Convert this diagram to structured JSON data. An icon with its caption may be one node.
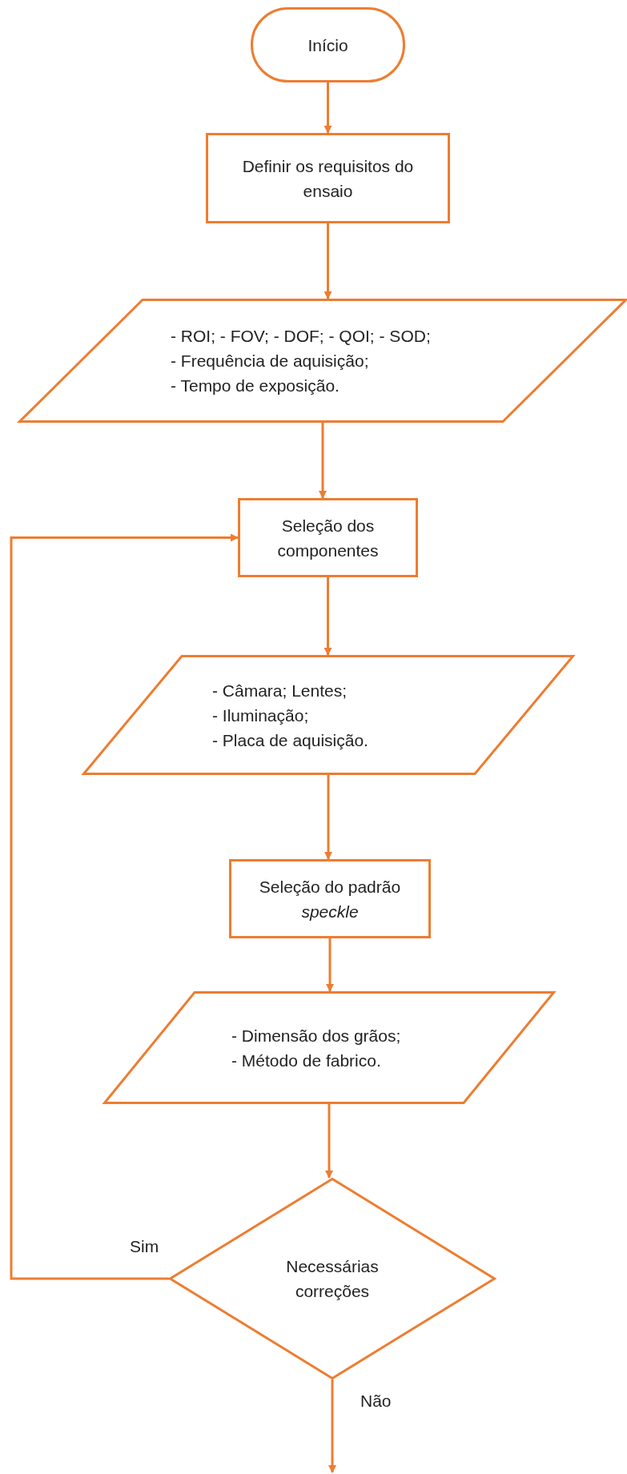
{
  "diagram": {
    "nodes": [
      {
        "text": [
          "Início"
        ]
      },
      {
        "text": [
          "Definir os requisitos do ensaio"
        ]
      },
      {
        "text": [
          "- ROI; - FOV; - DOF; - QOI; - SOD;",
          "- Frequência de aquisição;",
          "- Tempo de exposição."
        ]
      },
      {
        "text": [
          "Seleção dos componentes"
        ]
      },
      {
        "text": [
          "- Câmara; Lentes;",
          "- Iluminação;",
          "- Placa de aquisição."
        ]
      },
      {
        "text": [
          "Seleção do padrão *speckle*"
        ]
      },
      {
        "text": [
          "- Dimensão dos grãos;",
          "- Método de fabrico."
        ]
      },
      {
        "text": [
          "Necessárias correções"
        ]
      }
    ],
    "edges": [
      {
        "from": 0,
        "to": 1,
        "arrow": "to"
      },
      {
        "from": 1,
        "to": 2,
        "arrow": "to"
      },
      {
        "from": 2,
        "to": 3,
        "arrow": "to"
      },
      {
        "from": 3,
        "to": 4,
        "arrow": "to"
      },
      {
        "from": 4,
        "to": 5,
        "arrow": "to"
      },
      {
        "from": 5,
        "to": 6,
        "arrow": "to"
      },
      {
        "from": 6,
        "to": 7,
        "arrow": "to"
      },
      {
        "from": 7,
        "to": 3,
        "arrow": "to",
        "label": "Sim"
      },
      {
        "from": 7,
        "to": null,
        "arrow": "to",
        "label": "Não"
      }
    ]
  }
}
